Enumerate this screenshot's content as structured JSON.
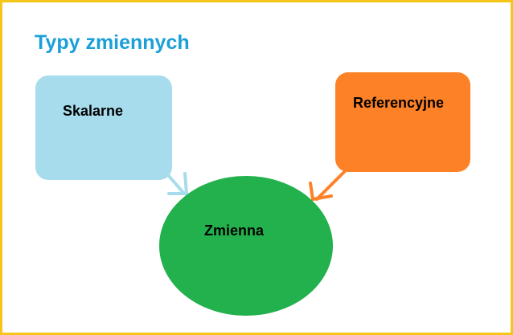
{
  "diagram": {
    "title": "Typy zmiennych",
    "nodes": {
      "scalar": {
        "label": "Skalarne",
        "color": "#a6dcec"
      },
      "reference": {
        "label": "Referencyjne",
        "color": "#fd8126"
      },
      "variable": {
        "label": "Zmienna",
        "color": "#22b14c"
      }
    },
    "edges": [
      {
        "from": "Skalarne",
        "to": "Zmienna",
        "color": "#a6dcec"
      },
      {
        "from": "Referencyjne",
        "to": "Zmienna",
        "color": "#fd8126"
      }
    ],
    "colors": {
      "title": "#1a9fd8",
      "border": "#f5c518"
    }
  }
}
